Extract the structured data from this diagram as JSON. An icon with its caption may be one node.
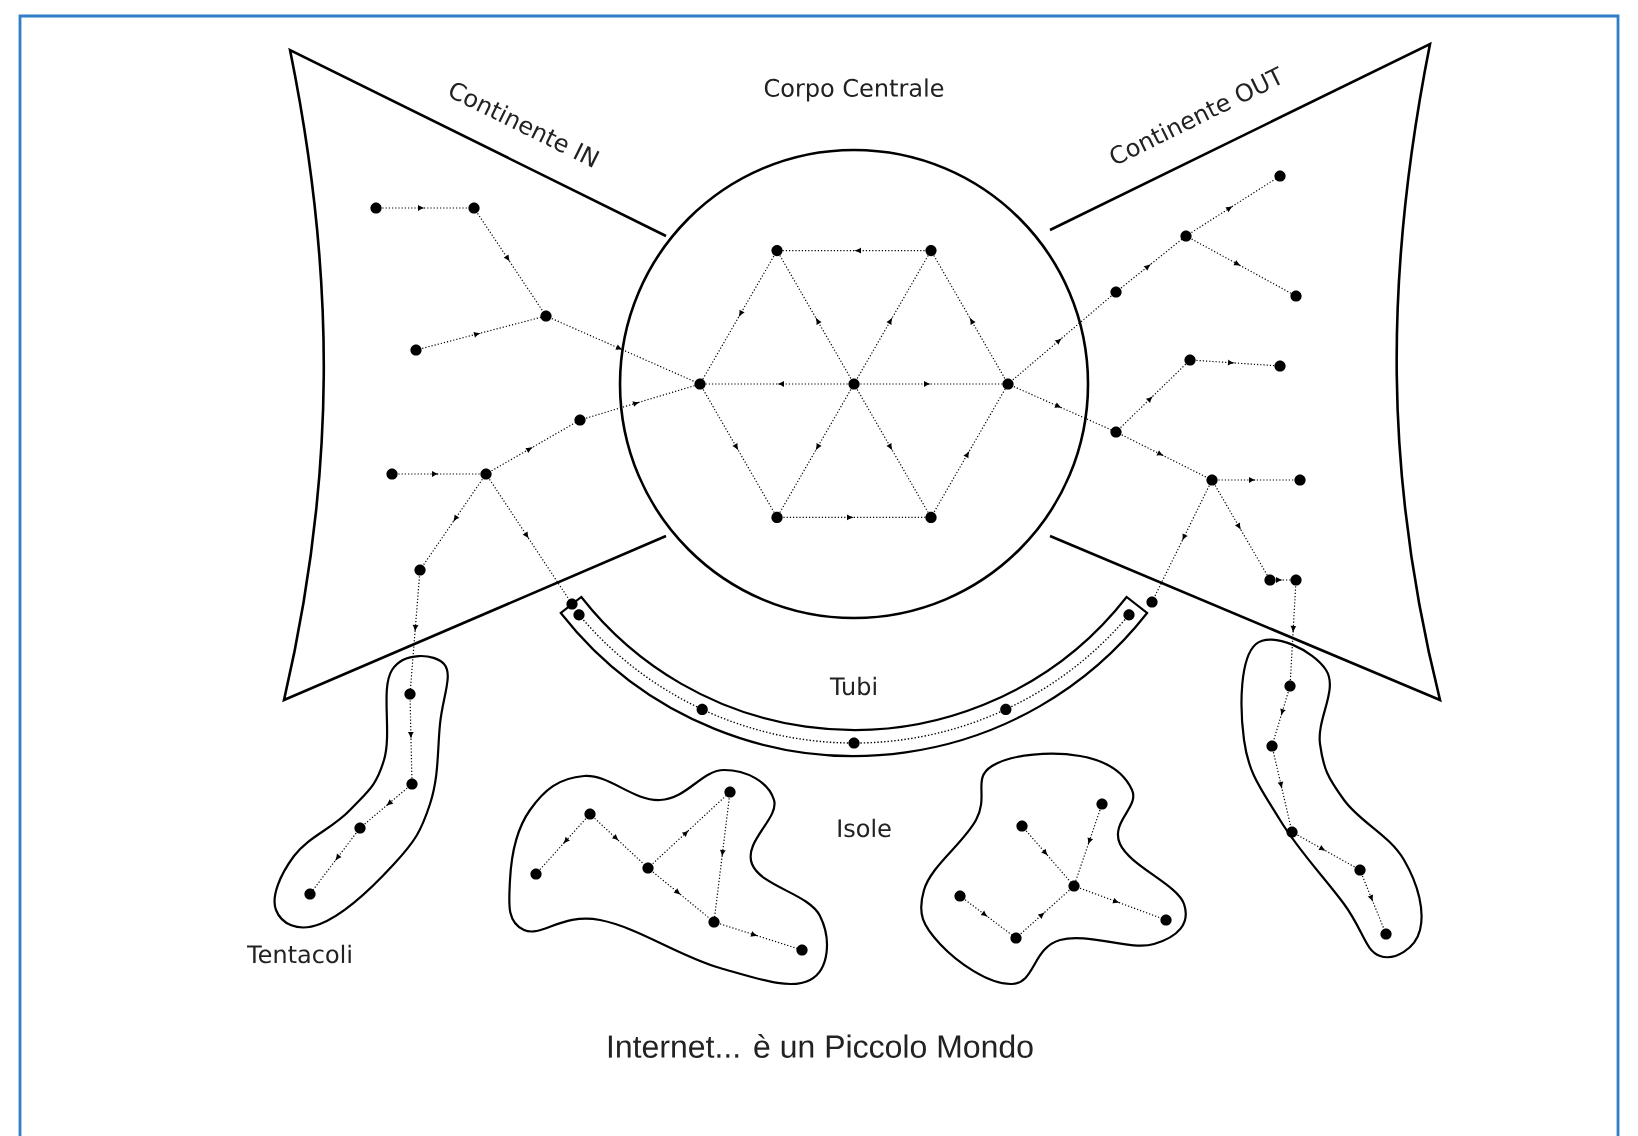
{
  "diagram": {
    "caption": "Internet... è un Piccolo Mondo",
    "nodes": [
      {
        "text": [
          "Continente IN"
        ]
      },
      {
        "text": [
          "Corpo Centrale"
        ]
      },
      {
        "text": [
          "Continente OUT"
        ]
      },
      {
        "text": [
          "Tubi"
        ]
      }
    ],
    "labels": [
      "Isole",
      "Tentacoli"
    ]
  }
}
